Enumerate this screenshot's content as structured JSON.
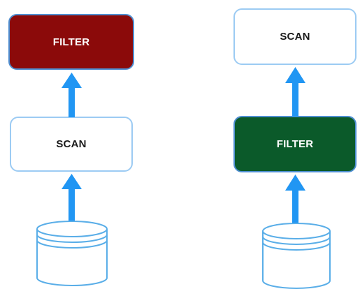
{
  "left_pipeline": {
    "top_box": {
      "label": "FILTER",
      "color": "#8b0a0a"
    },
    "middle_box": {
      "label": "SCAN"
    }
  },
  "right_pipeline": {
    "top_box": {
      "label": "SCAN"
    },
    "middle_box": {
      "label": "FILTER",
      "color": "#0b5a2a"
    }
  },
  "colors": {
    "arrow": "#2196f3",
    "box_border": "#9ccbf3",
    "database_stroke": "#5aaee8"
  }
}
